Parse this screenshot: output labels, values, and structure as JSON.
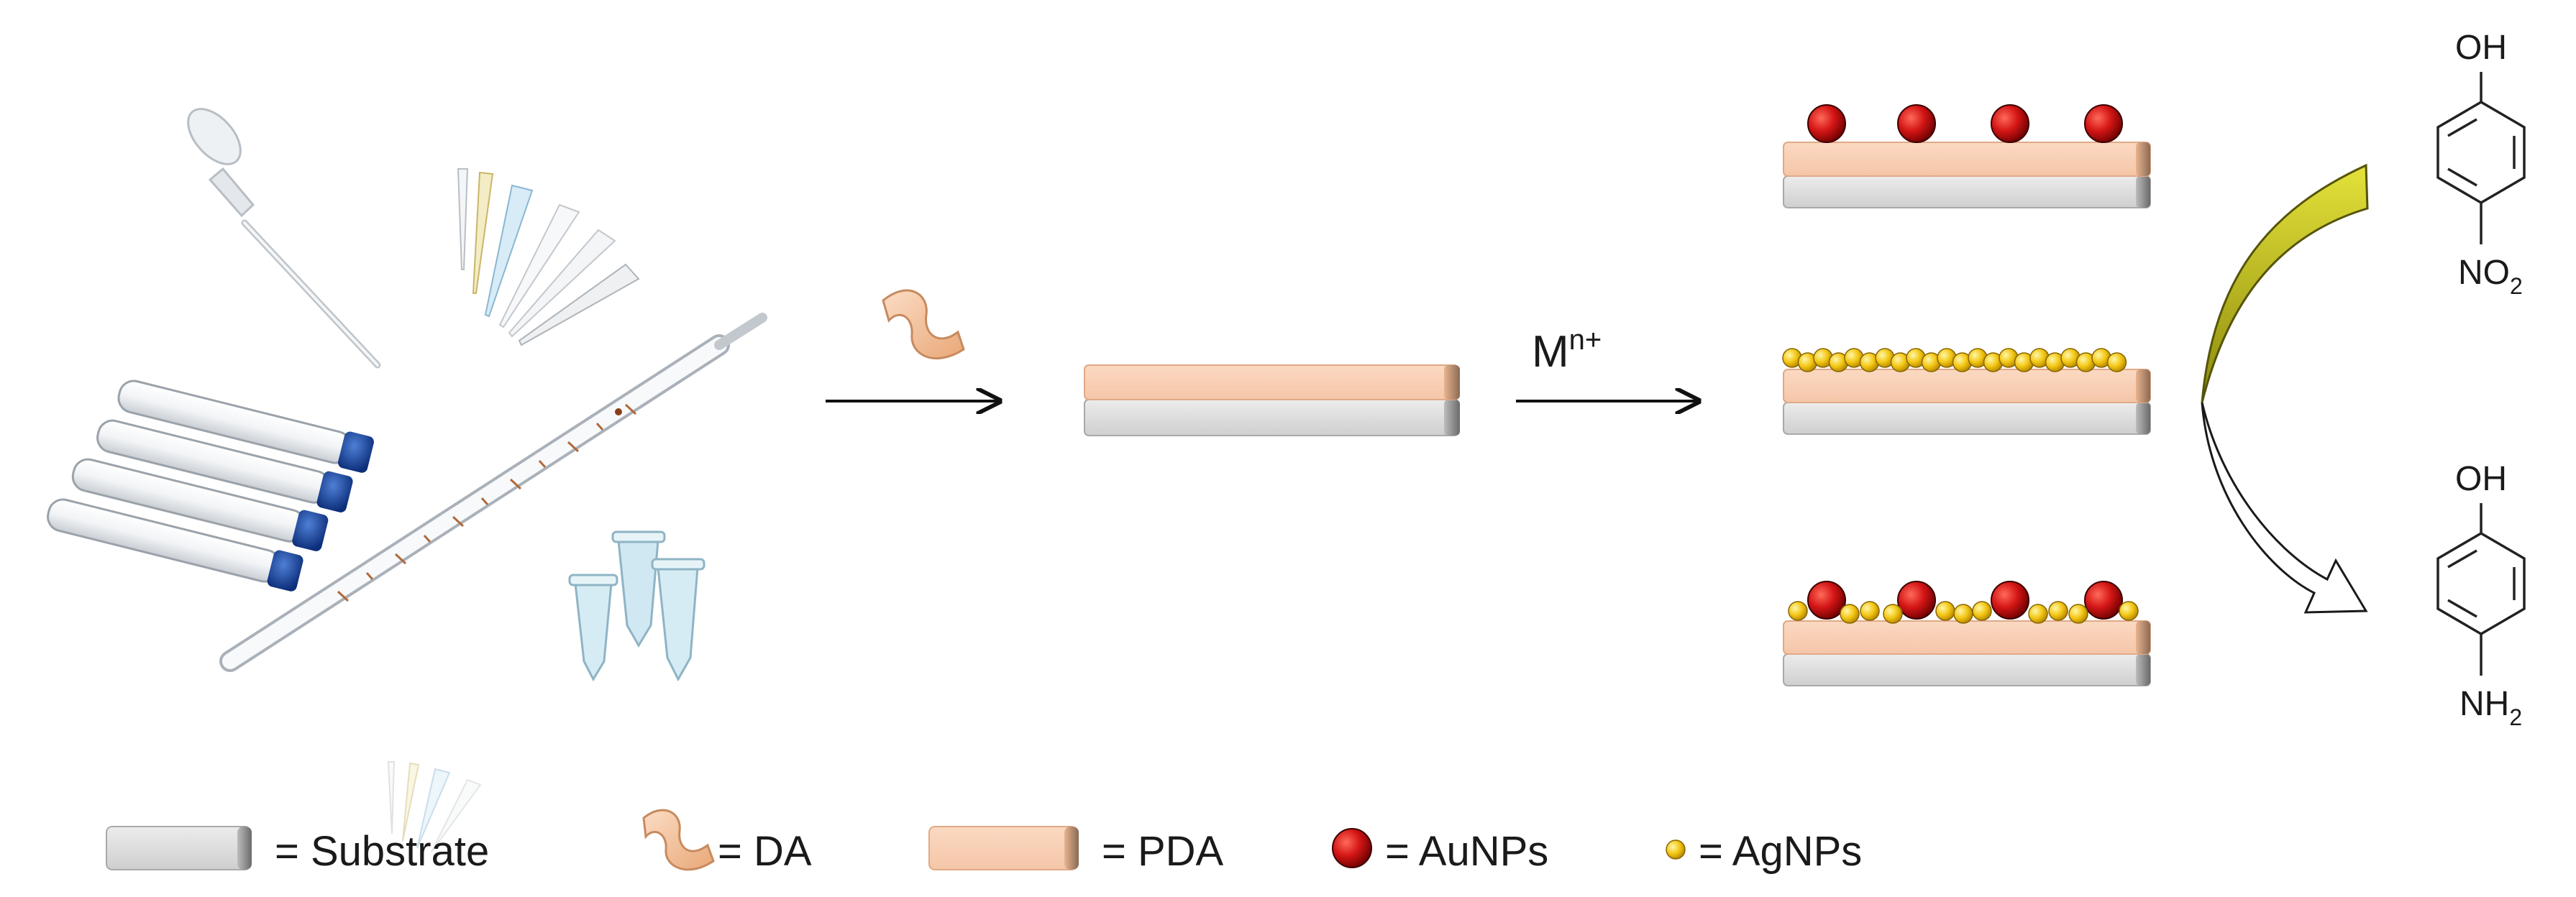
{
  "process": {
    "dopamine_symbol": "DA",
    "metal_ion": {
      "base": "M",
      "superscript": "n+"
    }
  },
  "catalysis": {
    "reactant": {
      "top_group": "OH",
      "bottom_group": "NO",
      "bottom_subscript": "2"
    },
    "product": {
      "top_group": "OH",
      "bottom_group": "NH",
      "bottom_subscript": "2"
    }
  },
  "legend": {
    "substrate": "= Substrate",
    "da": "= DA",
    "pda": "= PDA",
    "aunps": "= AuNPs",
    "agnps": "= AgNPs"
  },
  "colors": {
    "substrate": "#d9d9d9",
    "pda": "#f9d0b5",
    "aunp": "#c41010",
    "agnp": "#f2c40f",
    "reaction_arrow": "#c9c61a"
  }
}
